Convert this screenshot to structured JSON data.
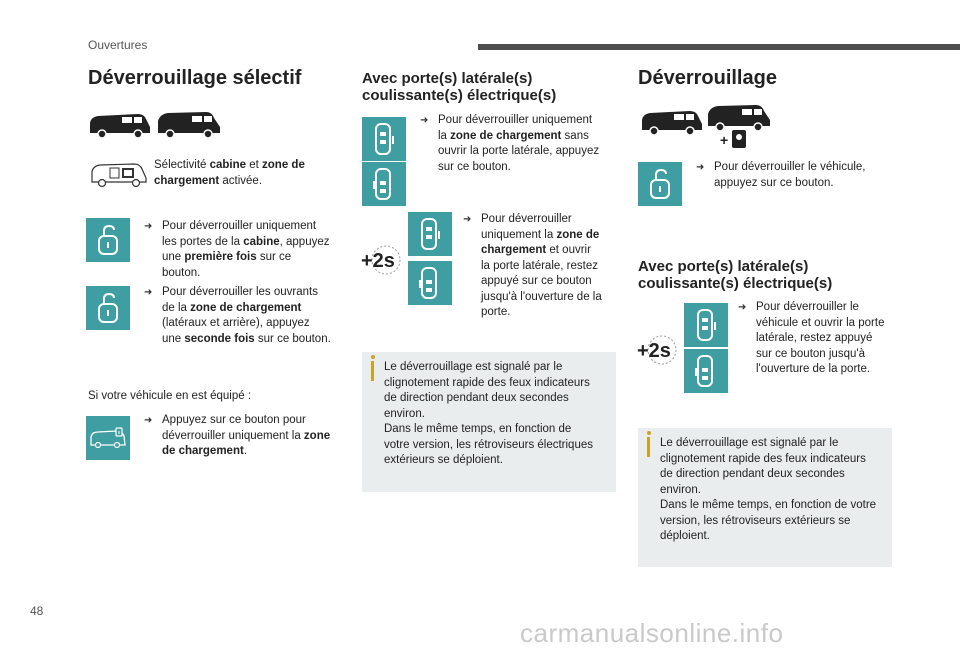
{
  "header": {
    "section": "Ouvertures"
  },
  "col1": {
    "title": "Déverrouillage sélectif",
    "selectivity": {
      "pre": "Sélectivité ",
      "cabine": "cabine",
      "et": " et ",
      "zone": "zone de chargement",
      "post": " activée."
    },
    "b1": {
      "l1": "Pour déverrouiller uniquement",
      "l2": "les portes de la ",
      "l2b": "cabine",
      "l2c": ", appuyez",
      "l3": "une ",
      "l3b": "première fois",
      "l3c": " sur ce",
      "l4": "bouton."
    },
    "b2": {
      "l1": "Pour déverrouiller les ouvrants",
      "l2": "de la ",
      "l2b": "zone de chargement",
      "l3": "(latéraux et arrière), appuyez",
      "l4": "une ",
      "l4b": "seconde fois",
      "l4c": " sur ce bouton."
    },
    "equipped": "Si votre véhicule en est équipé :",
    "b3": {
      "l1": "Appuyez sur ce bouton pour",
      "l2": "déverrouiller uniquement la ",
      "l2b": "zone",
      "l3b": "de chargement",
      "l3c": "."
    }
  },
  "col2": {
    "title_l1": "Avec porte(s) latérale(s)",
    "title_l2": "coulissante(s) électrique(s)",
    "b1": {
      "l1": "Pour déverrouiller uniquement",
      "l2": "la ",
      "l2b": "zone de chargement",
      "l2c": " sans",
      "l3": "ouvrir la porte latérale, appuyez",
      "l4": "sur ce bouton."
    },
    "b2": {
      "l1": "Pour déverrouiller",
      "l2": "uniquement la ",
      "l2b": "zone de",
      "l3b": "chargement",
      "l3c": " et ouvrir",
      "l4": "la porte latérale, restez",
      "l5": "appuyé sur ce bouton",
      "l6": "jusqu'à l'ouverture de la",
      "l7": "porte."
    },
    "plus2s": "+2s",
    "info": {
      "l1": "Le déverrouillage est signalé par le",
      "l2": "clignotement rapide des feux indicateurs",
      "l3": "de direction pendant deux secondes",
      "l4": "environ.",
      "l5": "Dans le même temps, en fonction de",
      "l6": "votre version, les rétroviseurs électriques",
      "l7": "extérieurs se déploient."
    }
  },
  "col3": {
    "title": "Déverrouillage",
    "b1": {
      "l1": "Pour déverrouiller le véhicule,",
      "l2": "appuyez sur ce bouton."
    },
    "sub_l1": "Avec porte(s) latérale(s)",
    "sub_l2": "coulissante(s) électrique(s)",
    "b2": {
      "l1": "Pour déverrouiller le",
      "l2": "véhicule et ouvrir la porte",
      "l3": "latérale, restez appuyé",
      "l4": "sur ce bouton jusqu'à",
      "l5": "l'ouverture de la porte."
    },
    "plus2s": "+2s",
    "info": {
      "l1": "Le déverrouillage est signalé par le",
      "l2": "clignotement rapide des feux indicateurs",
      "l3": "de direction pendant deux secondes",
      "l4": "environ.",
      "l5": "Dans le même temps, en fonction de votre",
      "l6": "version, les rétroviseurs extérieurs se",
      "l7": "déploient."
    }
  },
  "footer": {
    "page": "48",
    "watermark": "carmanualsonline.info"
  },
  "colors": {
    "accent": "#3f9ea2",
    "info_bg": "#e9edee",
    "info_icon": "#c9a228",
    "header_bar": "#4d4d4d"
  },
  "icons": [
    "bullet-icon",
    "unlock-button-icon",
    "key-fob-unlock-icon",
    "van-icon",
    "info-icon"
  ]
}
